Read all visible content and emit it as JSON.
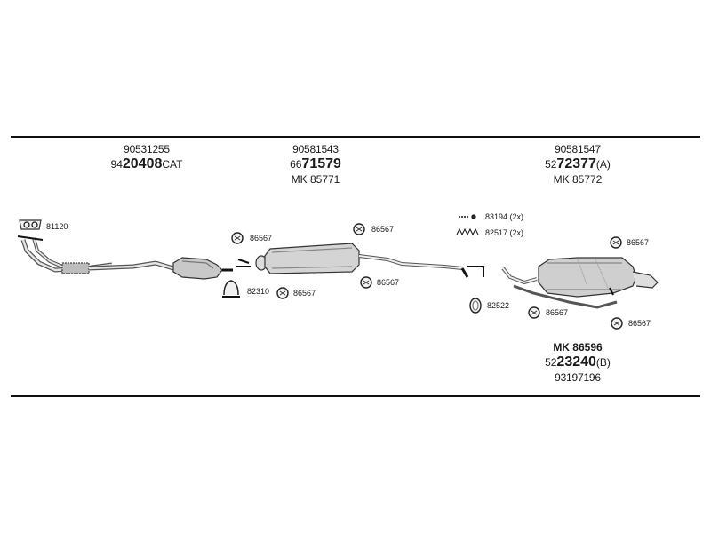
{
  "groups": {
    "front": {
      "part_no": "90531255",
      "ref_prefix": "94",
      "ref_main": "20408",
      "ref_suffix": "CAT"
    },
    "middle": {
      "part_no": "90581543",
      "ref_prefix": "66",
      "ref_main": "71579",
      "kit": "MK 85771"
    },
    "rear": {
      "part_no": "90581547",
      "ref_prefix": "52",
      "ref_main": "72377",
      "ref_suffix": "(A)",
      "kit": "MK 85772"
    },
    "rear_b": {
      "kit": "MK 86596",
      "ref_prefix": "52",
      "ref_main": "23240",
      "ref_suffix": "(B)",
      "part_no": "93197196"
    }
  },
  "labels": {
    "gasket_front": "81120",
    "hanger_a": "86567",
    "clamp": "82310",
    "hanger_b": "86567",
    "hanger_c": "86567",
    "hanger_d": "86567",
    "bolt_kit": "83194 (2x)",
    "spring_kit": "82517 (2x)",
    "ring": "82522",
    "hanger_e": "86567",
    "hanger_f": "86567",
    "hanger_g": "86567"
  },
  "colors": {
    "line": "#111111",
    "part_fill": "#d9d9d9",
    "part_shade": "#9a9a9a"
  }
}
